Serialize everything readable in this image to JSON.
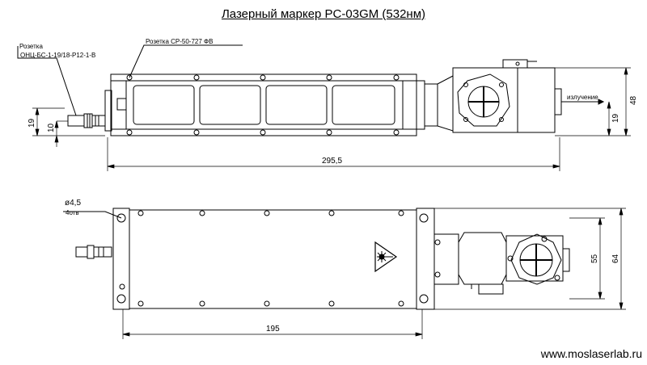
{
  "title": "Лазерный маркер PC-03GM (532нм)",
  "website": "www.moslaserlab.ru",
  "labels": {
    "connector_left": "Розетка",
    "connector_left_code": "ОНЦ-БС-1-19/18-Р12-1-В",
    "connector_top": "Розетка СР-50-727 ФВ",
    "emission": "излучение",
    "hole_diameter": "ø4,5",
    "hole_count": "4отв"
  },
  "dimensions": {
    "top_length": "295,5",
    "top_height": "48",
    "top_beam_height": "19",
    "top_connector_height": "19",
    "top_connector_offset": "10",
    "bottom_length": "195",
    "bottom_width": "64",
    "bottom_width_inner": "55"
  },
  "colors": {
    "line": "#000000",
    "background": "#ffffff"
  }
}
